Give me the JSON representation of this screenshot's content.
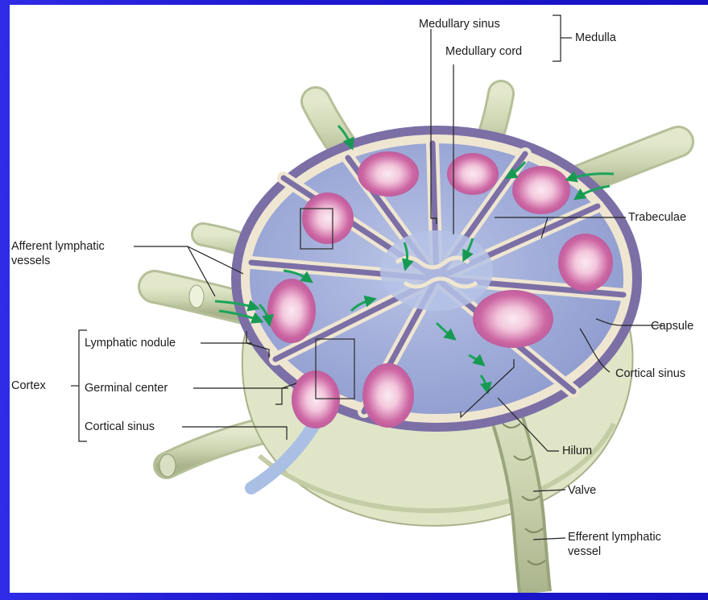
{
  "colors": {
    "background_blue": "#1e19cf",
    "panel": "#ffffff",
    "capsule_purple": "#7b6fa6",
    "nodule_pink": "#c9609f",
    "germinal_light": "#f7dde9",
    "sinus_cream": "#efe6d2",
    "vessel_green": "#cfd7b6",
    "arrow_green": "#1aa45a",
    "label_line": "#222222"
  },
  "labels": {
    "medullary_sinus": "Medullary sinus",
    "medullary_cord": "Medullary cord",
    "medulla": "Medulla",
    "trabeculae": "Trabeculae",
    "afferent_line1": "Afferent lymphatic",
    "afferent_line2": "vessels",
    "capsule": "Capsule",
    "lymphatic_nodule": "Lymphatic nodule",
    "cortex": "Cortex",
    "germinal_center": "Germinal center",
    "cortical_sinus_left": "Cortical sinus",
    "cortical_sinus_right": "Cortical sinus",
    "hilum": "Hilum",
    "valve": "Valve",
    "efferent_line1": "Efferent lymphatic",
    "efferent_line2": "vessel"
  }
}
